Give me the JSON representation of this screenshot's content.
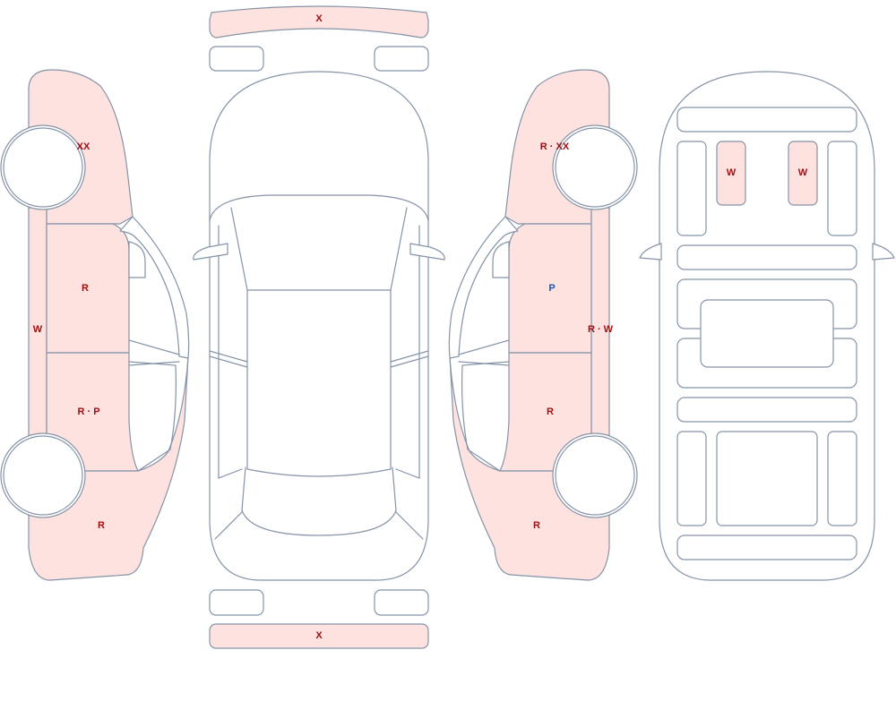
{
  "colors": {
    "damaged_fill": "#fde2df",
    "outline": "#8593a8",
    "code_red": "#a10f12",
    "code_blue": "#1f56b3"
  },
  "labels": {
    "front_bumper": "X",
    "rear_bumper": "X",
    "left_front_fender": "XX",
    "left_front_door": "R",
    "left_rocker": "W",
    "left_rear_door": "R · P",
    "left_quarter": "R",
    "right_front_fender": "R · XX",
    "right_front_door": "P",
    "right_rocker": "R · W",
    "right_rear_door": "R",
    "right_quarter": "R",
    "front_seat_left": "W",
    "front_seat_right": "W"
  }
}
